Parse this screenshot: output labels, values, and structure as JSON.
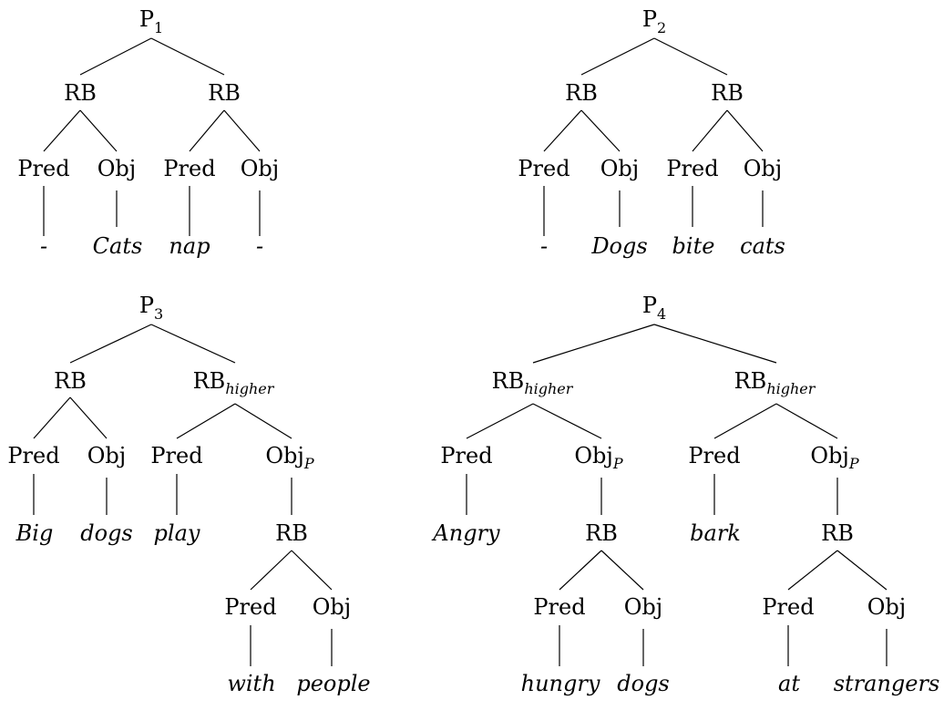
{
  "trees": [
    {
      "root": {
        "label": "P",
        "sub": "1"
      },
      "branches": [
        {
          "label": "RB",
          "sub": "",
          "pred": {
            "label": "Pred",
            "word": "-"
          },
          "obj": {
            "label": "Obj",
            "sub": "",
            "word": "Cats"
          }
        },
        {
          "label": "RB",
          "sub": "",
          "pred": {
            "label": "Pred",
            "word": "nap"
          },
          "obj": {
            "label": "Obj",
            "sub": "",
            "word": "-"
          }
        }
      ]
    },
    {
      "root": {
        "label": "P",
        "sub": "2"
      },
      "branches": [
        {
          "label": "RB",
          "sub": "",
          "pred": {
            "label": "Pred",
            "word": "-"
          },
          "obj": {
            "label": "Obj",
            "sub": "",
            "word": "Dogs"
          }
        },
        {
          "label": "RB",
          "sub": "",
          "pred": {
            "label": "Pred",
            "word": "bite"
          },
          "obj": {
            "label": "Obj",
            "sub": "",
            "word": "cats"
          }
        }
      ]
    },
    {
      "root": {
        "label": "P",
        "sub": "3"
      },
      "branches": [
        {
          "label": "RB",
          "sub": "",
          "pred": {
            "label": "Pred",
            "word": "Big"
          },
          "obj": {
            "label": "Obj",
            "sub": "",
            "word": "dogs"
          }
        },
        {
          "label": "RB",
          "sub": "higher",
          "pred": {
            "label": "Pred",
            "word": "play"
          },
          "obj": {
            "label": "Obj",
            "sub": "P",
            "rb": {
              "label": "RB",
              "pred": {
                "label": "Pred",
                "word": "with"
              },
              "obj": {
                "label": "Obj",
                "word": "people"
              }
            }
          }
        }
      ]
    },
    {
      "root": {
        "label": "P",
        "sub": "4"
      },
      "branches": [
        {
          "label": "RB",
          "sub": "higher",
          "pred": {
            "label": "Pred",
            "word": "Angry"
          },
          "obj": {
            "label": "Obj",
            "sub": "P",
            "rb": {
              "label": "RB",
              "pred": {
                "label": "Pred",
                "word": "hungry"
              },
              "obj": {
                "label": "Obj",
                "word": "dogs"
              }
            }
          }
        },
        {
          "label": "RB",
          "sub": "higher",
          "pred": {
            "label": "Pred",
            "word": "bark"
          },
          "obj": {
            "label": "Obj",
            "sub": "P",
            "rb": {
              "label": "RB",
              "pred": {
                "label": "Pred",
                "word": "at"
              },
              "obj": {
                "label": "Obj",
                "word": "strangers"
              }
            }
          }
        }
      ]
    }
  ]
}
